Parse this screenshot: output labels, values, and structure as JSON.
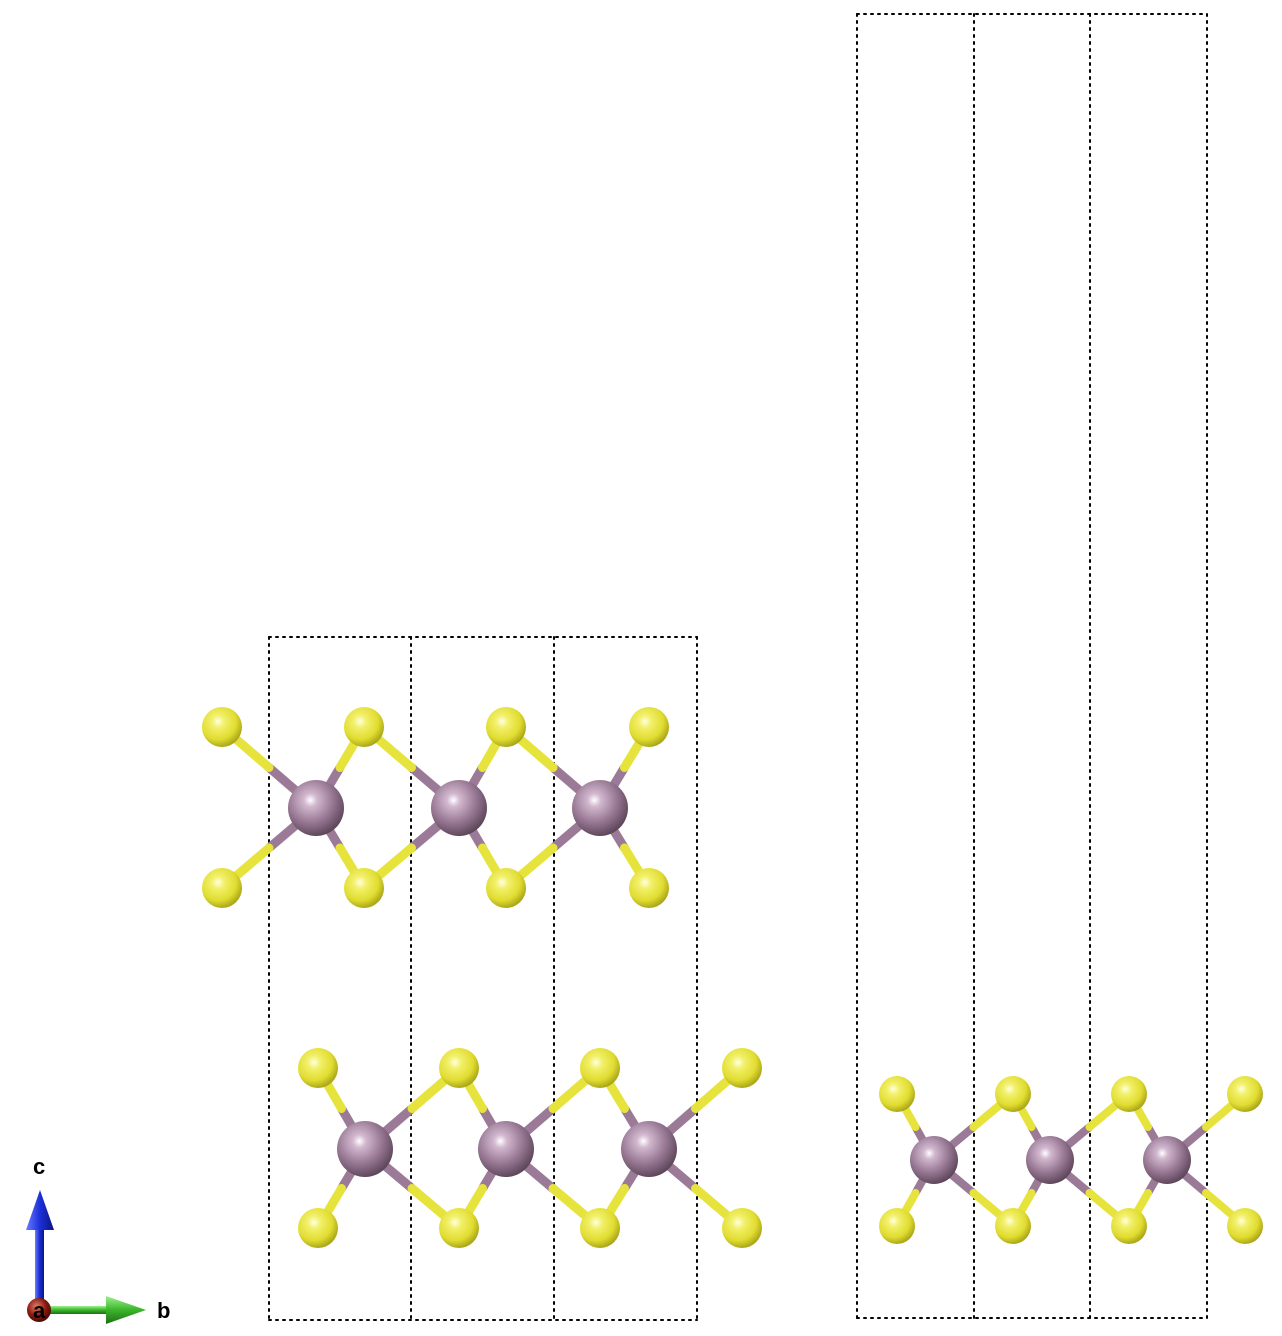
{
  "colors": {
    "metal_atom": "#9a7a96",
    "chalcogen_atom": "#e6e43c",
    "cell_border": "#000000",
    "axis_a": "#8b1a10",
    "axis_b": "#3ab52a",
    "axis_c": "#1b2fd8"
  },
  "axes": {
    "a_label": "a",
    "b_label": "b",
    "c_label": "c"
  }
}
